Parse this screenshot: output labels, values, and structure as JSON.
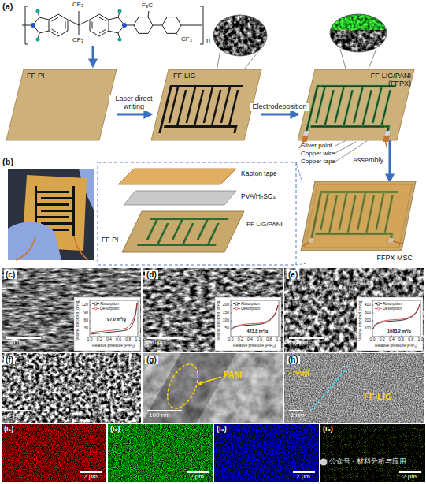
{
  "diagram": {
    "nodes": [
      {
        "text": [
          "FF-PI"
        ]
      },
      {
        "text": [
          "FF-LIG"
        ]
      },
      {
        "text": [
          "FF-LIG/PANI (FFPX)"
        ]
      },
      {
        "text": [
          "FFPX MSC"
        ]
      }
    ],
    "edges": [
      {
        "from": 0,
        "to": 1,
        "arrow": "to",
        "label": "Laser direct writing"
      },
      {
        "from": 1,
        "to": 2,
        "arrow": "to",
        "label": "Electrodeposition"
      },
      {
        "from": 2,
        "to": 3,
        "arrow": "to",
        "label": "Assembly"
      }
    ],
    "labels": [
      "(a)",
      "CF₃",
      "CF₃",
      "F₃C",
      "CF₃",
      "n",
      "Silver paint",
      "Copper wire",
      "Copper tape",
      "(b)",
      "Kapton tape",
      "PVA/H₂SO₄",
      "FF-LIG/PANI",
      "FF-PI",
      "(c)",
      "50 μm",
      "(d)",
      "50 μm",
      "(e)",
      "50 μm",
      "97.0 m²/g",
      "Volume adsorbed (cm³/g)",
      "Relative pressure (P/P₀)",
      "0.0",
      "0.2",
      "0.4",
      "0.6",
      "0.8",
      "1.0",
      "30",
      "60",
      "90",
      "120",
      "423.8 m²/g",
      "Volume adsorbed (cm³/g)",
      "Relative pressure (P/P₀)",
      "0.0",
      "0.2",
      "0.4",
      "0.6",
      "0.8",
      "1.0",
      "50",
      "100",
      "150",
      "200",
      "1083.2 m²/g",
      "Volume adsorbed (cm³/g)",
      "Relative pressure (P/P₀)",
      "0.0",
      "0.2",
      "0.4",
      "0.6",
      "0.8",
      "1.0",
      "100",
      "200",
      "300",
      "400",
      "(f)",
      "5 μm",
      "(g)",
      "PANI",
      "100 nm",
      "(h)",
      "PANI",
      "FF-LIG",
      "1 nm",
      "(i₁)",
      "2 μm",
      "(i₂)",
      "2 μm",
      "(i₃)",
      "2 μm",
      "(i₄)",
      "2 μm",
      "公众号 · 材料分析与应用"
    ],
    "legend": [
      {
        "text": "Absorption"
      },
      {
        "text": "Desorption"
      },
      {
        "text": "Absorption"
      },
      {
        "text": "Desorption"
      },
      {
        "text": "Absorption"
      },
      {
        "text": "Desorption"
      }
    ]
  }
}
